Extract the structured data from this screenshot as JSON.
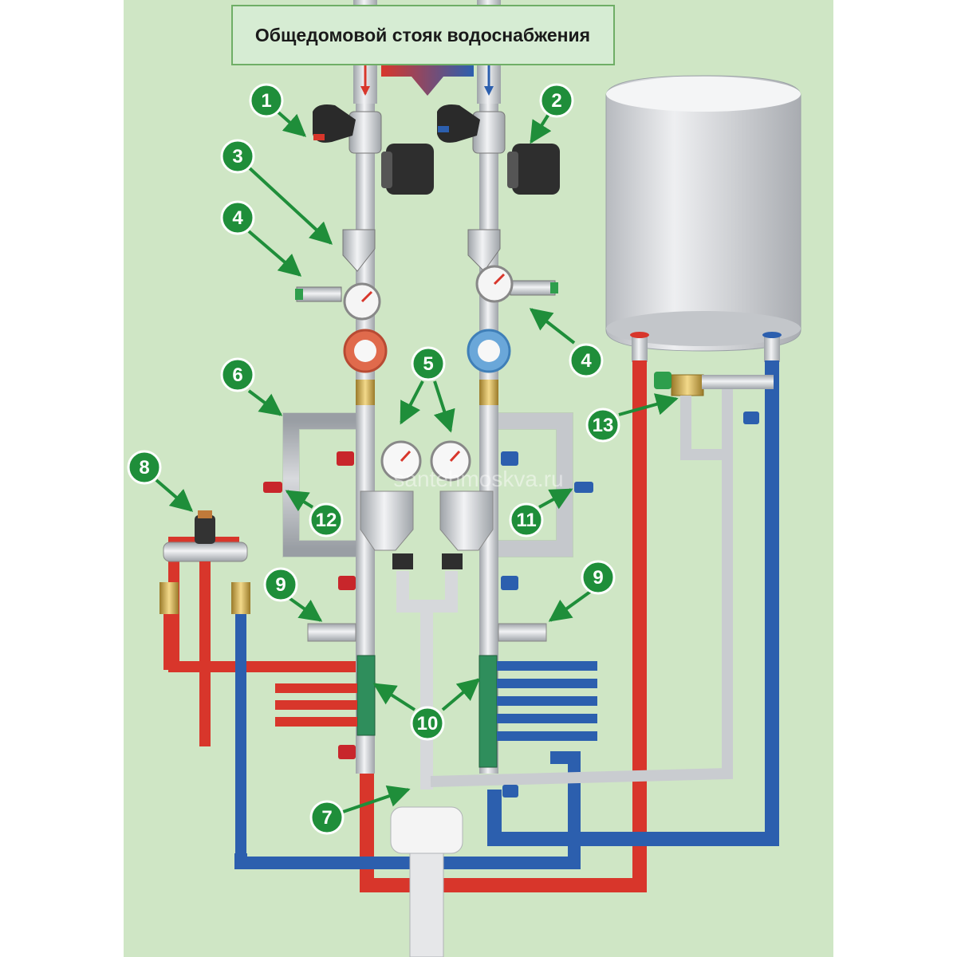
{
  "diagram": {
    "title": "Общедомовой стояк водоснабжения",
    "watermark": "santehmoskva.ru",
    "labels": {
      "n1": "1",
      "n2": "2",
      "n3": "3",
      "n4a": "4",
      "n4b": "4",
      "n5": "5",
      "n6": "6",
      "n7": "7",
      "n8": "8",
      "n9a": "9",
      "n9b": "9",
      "n10": "10",
      "n11": "11",
      "n12": "12",
      "n13": "13"
    }
  },
  "colors": {
    "background": "#cfe6c5",
    "hot_pipe": "#d8362b",
    "cold_pipe": "#2c5fae",
    "steel": "#c9ccd0",
    "badge": "#1f8e3a",
    "title_box": "#d6ecd3",
    "boiler": "#d4d6da"
  }
}
